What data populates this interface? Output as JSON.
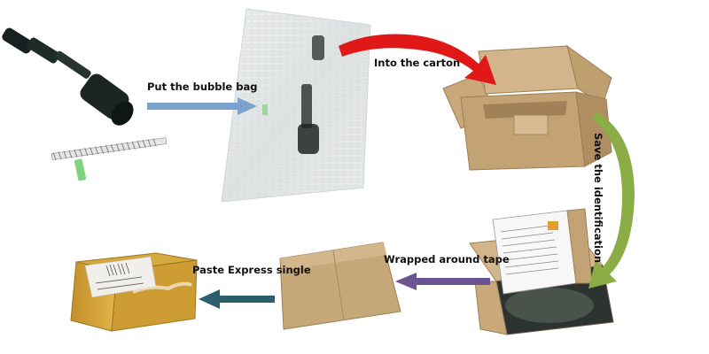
{
  "steps": {
    "bubble_bag": "Put the bubble bag",
    "into_carton": "Into the carton",
    "save_identification": "Save the identification",
    "wrapped_tape": "Wrapped around tape",
    "paste_express": "Paste Express single"
  },
  "colors": {
    "arrow_bubble": "#7ba3cf",
    "arrow_carton": "#e01818",
    "arrow_ident": "#8aad45",
    "arrow_tape": "#6a5592",
    "arrow_express": "#2c5f6e",
    "cardboard": "#c9a87a",
    "tape": "#d6a93e"
  },
  "icons": [
    "connector-part-icon",
    "spring-icon",
    "bubble-bag-icon",
    "open-carton-icon",
    "box-with-manual-icon",
    "closed-box-icon",
    "taped-box-icon"
  ]
}
